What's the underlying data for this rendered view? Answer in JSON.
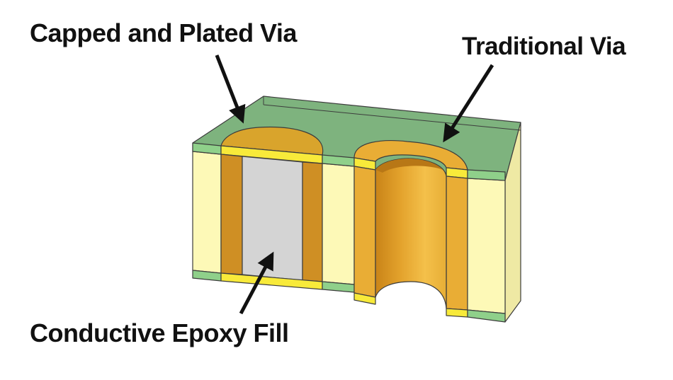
{
  "labels": {
    "capped_via": "Capped and Plated Via",
    "traditional_via": "Traditional Via",
    "epoxy_fill": "Conductive Epoxy Fill"
  },
  "colors": {
    "solder_mask": "#7eb37e",
    "solder_mask_side": "#8fd08a",
    "laminate": "#fdf9b7",
    "copper_dark": "#cf8f24",
    "copper": "#e9ad35",
    "copper_light": "#f2c24a",
    "plating_yellow": "#f8ea3a",
    "epoxy": "#d4d4d4",
    "arrow": "#111111"
  }
}
